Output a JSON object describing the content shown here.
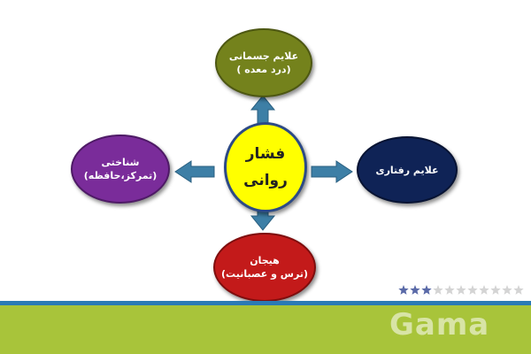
{
  "diagram": {
    "center": {
      "line1": "فشار",
      "line2": "روانی"
    },
    "top": {
      "line1": "علایم جسمانی",
      "line2": "(درد معده )"
    },
    "left": {
      "line1": "شناختی",
      "line2": "(تمرکز،حافظه)"
    },
    "right": {
      "line1": "علایم رفتاری"
    },
    "bottom": {
      "line1": "هیجان",
      "line2": "(ترس و عصبانیت)"
    }
  },
  "colors": {
    "top": "#74821c",
    "left": "#7a2c9a",
    "right": "#0f2356",
    "bottom": "#c31a1a",
    "center": "#ffff00",
    "arrow": "#3d7fa6",
    "footer_blue": "#2a7ab5",
    "footer_green": "#a8c43a"
  },
  "footer": {
    "logo": "Gama",
    "stars_total": 11,
    "stars_filled": 3
  }
}
